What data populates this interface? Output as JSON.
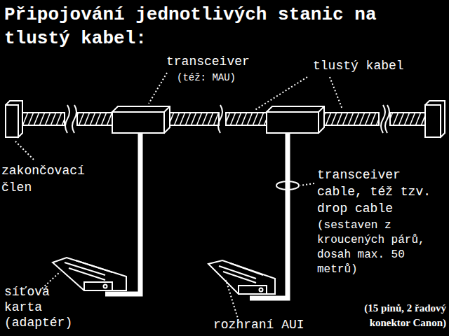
{
  "diagram": {
    "title": "Připojování jednotlivých stanic na tlustý kabel:",
    "labels": [
      "transceiver",
      "(též: MAU)",
      "tlustý kabel",
      "zakončovací člen",
      "transceiver cable, též tzv. drop cable",
      "(sestaven z kroucených párů, dosah max. 50 metrů)",
      "síťová karta (adaptér)",
      "rozhraní AUI",
      "(15 pinů, 2 řadový konektor Canon)"
    ]
  }
}
